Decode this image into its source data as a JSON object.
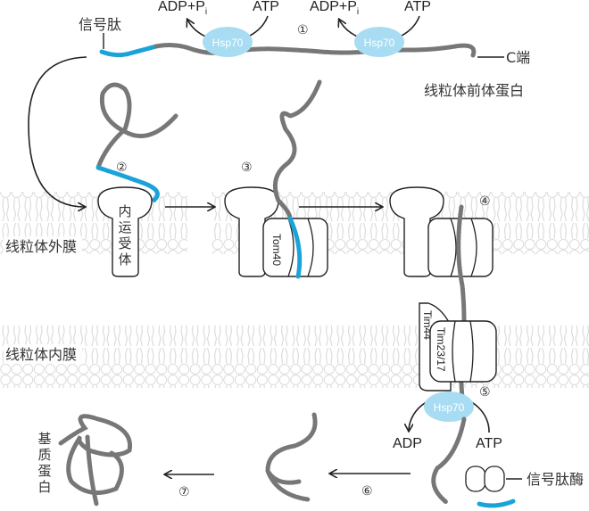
{
  "title": "线粒体蛋白质输入过程",
  "colors": {
    "chain": "#777777",
    "signal": "#1aa3d9",
    "hsp70": "#a8dcf2",
    "membrane": "#dcdcdc",
    "outline": "#222222"
  },
  "labels": {
    "signal_peptide": "信号肽",
    "c_terminus": "C端",
    "precursor": "线粒体前体蛋白",
    "outer_membrane": "线粒体外膜",
    "inner_membrane": "线粒体内膜",
    "receptor_chars": [
      "内",
      "运",
      "受",
      "体"
    ],
    "matrix_chars": [
      "基",
      "质",
      "蛋",
      "白"
    ],
    "signal_peptidase": "信号肽酶"
  },
  "proteins": {
    "hsp70": "Hsp70",
    "tom40": "Tom40",
    "tim44": "Tim44",
    "tim23": "Tim23/17"
  },
  "reactions": {
    "adp_pi": "ADP+P",
    "pi_sub": "i",
    "atp": "ATP",
    "adp": "ADP"
  },
  "steps": [
    "①",
    "②",
    "③",
    "④",
    "⑤",
    "⑥",
    "⑦"
  ]
}
